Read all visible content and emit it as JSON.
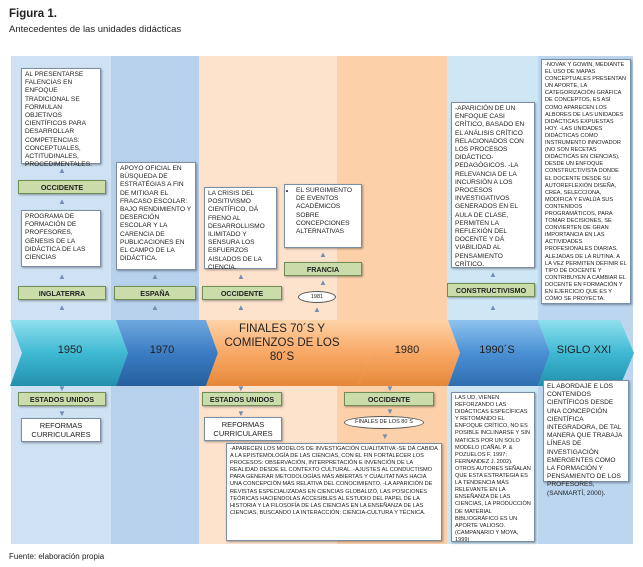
{
  "figure": {
    "label": "Figura 1.",
    "caption": "Antecedentes de las unidades didácticas",
    "source": "Fuente: elaboración propia"
  },
  "colors": {
    "period_1950": "#cfe2f3",
    "period_1970": "#b7d0ec",
    "period_1980s": "#fde2cc",
    "period_1980": "#fcd1aa",
    "period_1990s": "#cfe6f5",
    "period_xxi": "#bcd6f0",
    "label_fill": "#c9dcaa",
    "arrow_blue": "#5b9bd5",
    "arrow_orange": "#f4a460"
  },
  "timeline": [
    {
      "label": "1950"
    },
    {
      "label": "1970"
    },
    {
      "label": "FINALES 70´S Y COMIENZOS DE LOS 80´S"
    },
    {
      "label": "1980"
    },
    {
      "label": "1990´S"
    },
    {
      "label": "SIGLO XXI"
    }
  ],
  "top": {
    "col1": {
      "box1": "AL PRESENTARSE FALENCIAS EN ENFOQUE TRADICIONAL SE FORMULAN OBJETIVOS CIENTÍFICOS PARA DESARROLLAR COMPETENCIAS: CONCEPTUALES, ACTITUDINALES, PROCEDIMENTALES.",
      "label1": "OCCIDENTE",
      "box2": "PROGRAMA DE FORMACIÓN DE PROFESORES, GÉNESIS DE LA DIDÁCTICA DE LAS CIENCIAS",
      "label2": "INGLATERRA"
    },
    "col2": {
      "box": "APOYO OFICIAL EN BÚSQUEDA DE ESTRATÉGIAS A FIN DE MITIGAR EL FRACASO ESCOLAR: BAJO RENDIMIENTO Y DESERCIÓN ESCOLAR Y LA CARENCIA DE PUBLICACIONES EN EL CAMPO DE LA DIDÁCTICA.",
      "label": "ESPAÑA"
    },
    "col3": {
      "box1": "LA CRISIS DEL POSITIVISMO CIENTÍFICO, DÁ FRENO AL DESARROLLISMO ILIMITADO Y SENSURA LOS ESFUERZOS AISLADOS DE LA CIENCIA.",
      "label1": "OCCIDENTE",
      "box2": "EL SURGIMIENTO DE EVENTOS ACADÉMICOS SOBRE CONCEPCIONES ALTERNATIVAS",
      "label2": "FRANCIA",
      "year": "1981"
    },
    "col4": {
      "box": "-APARICIÓN DE UN ENFOQUE CASI CRÍTICO, BASADO EN EL ANÁLISIS CRÍTICO RELACIONADOS CON LOS PROCESOS DIDÁCTICO-PEDAGÓGICOS. -LA RELEVANCIA DE LA INCURSIÓN A LOS PROCESOS INVESTIGATIVOS GENERADOS EN EL AULA DE CLASE, PERMITEN LA REFLEXIÓN DEL DOCENTE Y DÁ VIABILIDAD AL PENSAMIENTO CRÍTICO.",
      "label": "CONSTRUCTIVISMO"
    },
    "col5": {
      "box": "-NOVAK Y GOWIN, MEDIANTE EL USO DE MAPAS CONCEPTUALES PRESENTAN UN APORTE, LA CATEGORIZACIÓN GRÁFICA DE CONCEPTOS, ES ASÍ COMO APARECEN LOS ALBORES DE LAS UNIDADES DIDÁCTICAS EXPUESTAS HOY. -LAS UNIDADES DIDÁCTICAS COMO INSTRUMENTO INNOVADOR (NO SON RECETAS DIDÁCTICAS EN CIENCIAS), DESDE UN ENFOQUE CONSTRUCTIVISTA DONDE EL DOCENTE DESDE SU AUTOREFLEXIÓN DISEÑA, CREA, SELECCIONA, MODIFICA Y EVALÚA SUS CONTENIDOS PROGRAMÁTICOS, PARA TOMAR DECISIONES, SE CONVIERTEN DE GRAN IMPORTANCIA EN LAS ACTIVIDADES PROFESIONALES DIARIAS, ALEJADAS DE LA RUTINA. A LA VEZ PERMITEN DEFINIR EL TIPO DE DOCENTE Y CONTRIBUYEN A CAMBIAR EL DOCENTE EN FORMACIÓN Y EN EJERCICIO QUE ES Y CÓMO SE PROYECTA."
    }
  },
  "bottom": {
    "col1": {
      "label": "ESTADOS UNIDOS",
      "box": "REFORMAS CURRICULARES"
    },
    "col3": {
      "label1": "ESTADOS UNIDOS",
      "box1": "REFORMAS CURRICULARES",
      "label2": "OCCIDENTE",
      "oval": "FINALES DE LOS 80´S",
      "box2": "-APARECEN LOS MODELOS DE INVESTIGACIÓN CUALITATIVA -SE DÁ CABIDA A LA EPISTEMOLOGÍA DE LAS CIENCIAS, CON EL FIN FORTALECER LOS PROCESOS: OBSERVACIÓN, INTERPRETACIÓN E INVENCIÓN DE LA REALIDAD DESDE EL CONTEXTO CULTURAL. -AJUSTES AL CONDUCTISMO PARA GENERAR METODOLOGÍAS MÁS ABIERTAS Y CUALITATIVAS HACIA UNA CONCEPCIÓN MÁS RELATIVA DEL CONOCIMIENTO. -LA APARICIÓN DE REVISTAS ESPECIALIZADAS EN CIENCIAS GLOBALIZÓ, LAS POSICIONES TEÓRICAS HACIENDOLAS ACCESIBLES AL ESTUDIO DEL PAPEL DE LA HISTORIA Y LA FILOSOFÍA DE LAS CIENCIAS EN LA ENSEÑANZA DE LAS CIENCIAS, BUSCANDO LA INTERACCIÓN: CIENCIA-CULTURA Y TÉCNICA."
    },
    "col4": {
      "box": "LAS UD, VIENEN REFORZANDO LAS DIDÁCTICAS ESPECÍFICAS Y RETOMANDO EL ENFOQUE CRÍTICO, NO ES POSIBLE INCLINARSE Y SIN MATICES POR UN SOLO MODELO (CAÑAL P. & POZUELOS F. 1997; FERNANDEZ J. 2002). OTROS AUTORES SEÑALAN QUE ESTA ESTRATEGIA ES LA TENDENCIA MÁS RELEVANTE EN LA ENSEÑANZA DE LAS CIENCIAS, LA PRODUCCIÓN DE MATERIAL BIBLIOGRÁFICO ES UN APORTE VALIOSO. (CAMPANARIO Y MOYA, 1999)"
    },
    "col5": {
      "box": "EL ABORDAJE E LOS CONTENIDOS CIENTÍFICOS DESDE UNA CONCEPCIÓN CIENTÍFICA INTEGRADORA, DE TAL MANERA QUE TRABAJA LÍNEAS DE INVESTIGACIÓN EMERGENTES COMO LA FORMACIÓN Y PENSAMIENTO DE LOS PROFESORES, (SANMARTÍ, 2000)."
    }
  }
}
